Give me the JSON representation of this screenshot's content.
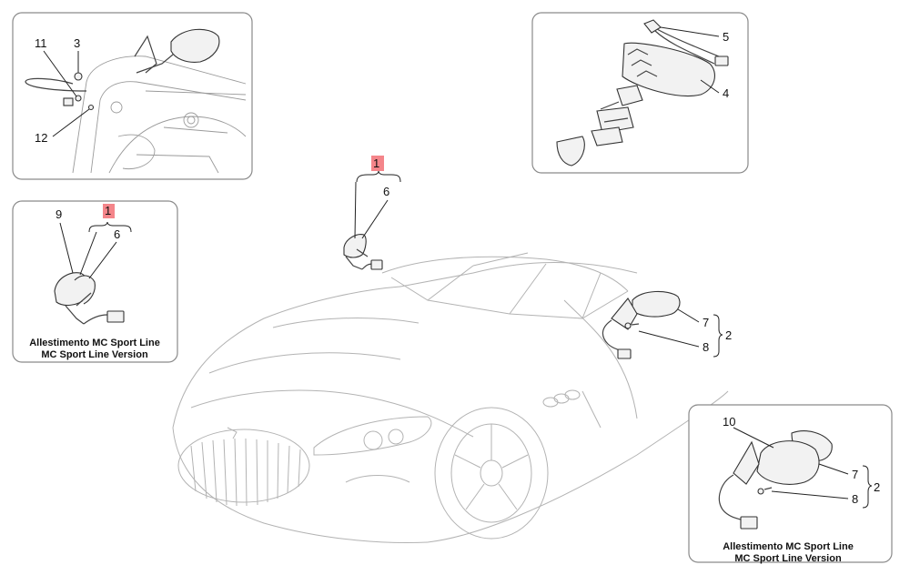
{
  "callouts": {
    "c1_top": "1",
    "c1_left": "1",
    "c2_main": "2",
    "c2_br": "2",
    "c3": "3",
    "c4": "4",
    "c5": "5",
    "c6_main": "6",
    "c6_left": "6",
    "c7_main": "7",
    "c7_br": "7",
    "c8_main": "8",
    "c8_br": "8",
    "c9": "9",
    "c10": "10",
    "c11": "11",
    "c12": "12"
  },
  "captions": {
    "left_line1": "Allestimento MC Sport Line",
    "left_line2": "MC Sport Line Version",
    "br_line1": "Allestimento MC Sport Line",
    "br_line2": "MC Sport Line Version"
  },
  "colors": {
    "highlight": "#f4858a"
  }
}
